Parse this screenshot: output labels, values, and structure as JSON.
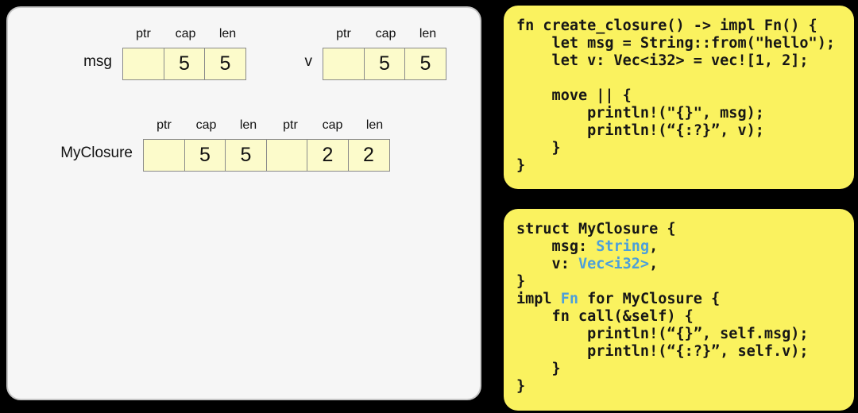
{
  "colors": {
    "background": "#000000",
    "diagram_panel_bg": "#f6f6f6",
    "code_card_bg": "#faf25f",
    "cell_fill": "#fcfbcb",
    "cell_border": "#8a8a8a",
    "type_token_blue": "#4c9fdb",
    "code_text": "#161616"
  },
  "diagram": {
    "records": [
      {
        "name": "msg",
        "cells": [
          {
            "label": "ptr",
            "value": ""
          },
          {
            "label": "cap",
            "value": "5"
          },
          {
            "label": "len",
            "value": "5"
          }
        ]
      },
      {
        "name": "v",
        "cells": [
          {
            "label": "ptr",
            "value": ""
          },
          {
            "label": "cap",
            "value": "5"
          },
          {
            "label": "len",
            "value": "5"
          }
        ]
      },
      {
        "name": "MyClosure",
        "cells": [
          {
            "label": "ptr",
            "value": ""
          },
          {
            "label": "cap",
            "value": "5"
          },
          {
            "label": "len",
            "value": "5"
          },
          {
            "label": "ptr",
            "value": ""
          },
          {
            "label": "cap",
            "value": "2"
          },
          {
            "label": "len",
            "value": "2"
          }
        ]
      }
    ]
  },
  "code_top": {
    "lines": [
      "fn create_closure() -> impl Fn() {",
      "    let msg = String::from(\"hello\");",
      "    let v: Vec<i32> = vec![1, 2];",
      "",
      "    move || {",
      "        println!(\"{}\", msg);",
      "        println!(“{:?}”, v);",
      "    }",
      "}"
    ]
  },
  "code_bottom": {
    "lines": [
      {
        "segs": [
          {
            "t": "struct MyClosure {"
          }
        ]
      },
      {
        "segs": [
          {
            "t": "    msg: "
          },
          {
            "t": "String",
            "c": "type"
          },
          {
            "t": ","
          }
        ]
      },
      {
        "segs": [
          {
            "t": "    v: "
          },
          {
            "t": "Vec<i32>",
            "c": "type"
          },
          {
            "t": ","
          }
        ]
      },
      {
        "segs": [
          {
            "t": "}"
          }
        ]
      },
      {
        "segs": [
          {
            "t": "impl "
          },
          {
            "t": "Fn",
            "c": "type"
          },
          {
            "t": " for MyClosure {"
          }
        ]
      },
      {
        "segs": [
          {
            "t": "    fn call(&self) {"
          }
        ]
      },
      {
        "segs": [
          {
            "t": "        println!(“{}”, self.msg);"
          }
        ]
      },
      {
        "segs": [
          {
            "t": "        println!(“{:?}”, self.v);"
          }
        ]
      },
      {
        "segs": [
          {
            "t": "    }"
          }
        ]
      },
      {
        "segs": [
          {
            "t": "}"
          }
        ]
      }
    ]
  }
}
